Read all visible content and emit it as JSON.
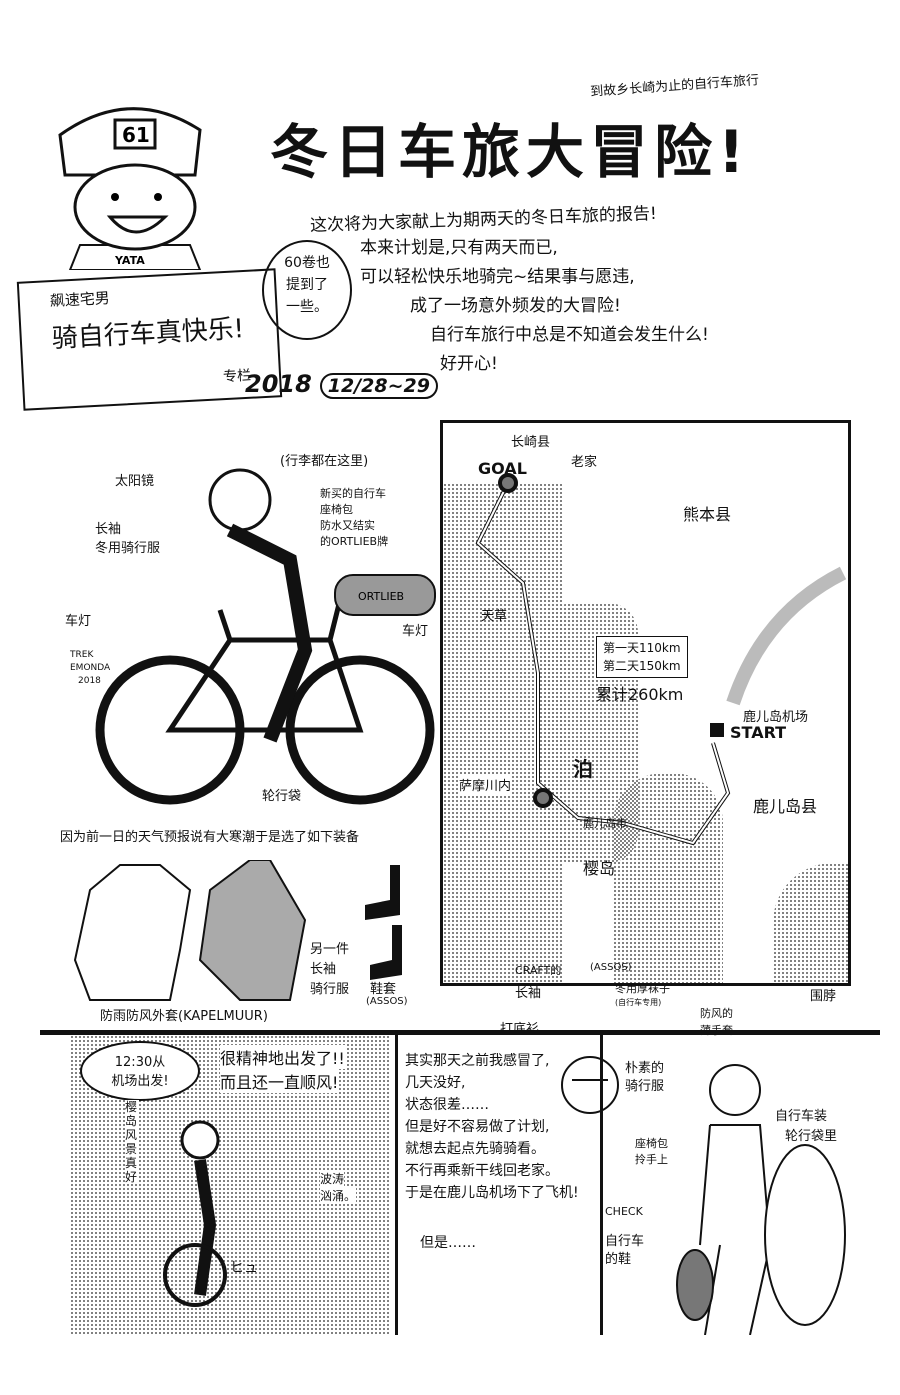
{
  "header": {
    "subtitle": "到故乡长崎为止的自行车旅行",
    "title": "冬日车旅大冒险!",
    "intro_lines": [
      "这次将为大家献上为期两天的冬日车旅的报告!",
      "本来计划是,只有两天而已,",
      "可以轻松快乐地骑完~结果事与愿违,",
      "成了一场意外频发的大冒险!",
      "自行车旅行中总是不知道会发生什么!",
      "好开心!"
    ],
    "bubble": [
      "60卷也",
      "提到了",
      "一些。"
    ],
    "year": "2018",
    "dates": "12/28~29",
    "character_cap": "61",
    "character_shirt": "YATA"
  },
  "sign": {
    "author": "飙速宅男",
    "column_title": "骑自行车真快乐!",
    "column_label": "专栏"
  },
  "bike": {
    "luggage_note": "(行李都在这里)",
    "labels": {
      "sunglasses": "太阳镜",
      "jersey": [
        "长袖",
        "冬用骑行服"
      ],
      "front_light": "车灯",
      "bike_model": [
        "TREK",
        "EMONDA",
        "2018"
      ],
      "saddle_bag": [
        "新买的自行车",
        "座椅包",
        "防水又结实",
        "的ORTLIEB牌"
      ],
      "rear_light": "车灯",
      "wheel_bag": "轮行袋",
      "bag_brand": "ORTLIEB"
    }
  },
  "map": {
    "nagasaki": "长崎县",
    "goal": "GOAL",
    "home": "老家",
    "kumamoto": "熊本县",
    "amakusa": "天草",
    "distance": [
      "第一天110km",
      "第二天150km"
    ],
    "total": "累计260km",
    "airport": "鹿儿岛机场",
    "start": "START",
    "stay": "泊",
    "satsumasendai": "萨摩川内",
    "kagoshima_pref": "鹿儿岛县",
    "kagoshima_city": "鹿儿岛市",
    "sakurajima": "樱岛"
  },
  "gear": {
    "heading": "因为前一日的天气预报说有大寒潮于是选了如下装备",
    "jacket": "防雨防风外套(KAPELMUUR)",
    "jersey2": [
      "另一件",
      "长袖",
      "骑行服"
    ],
    "shoe_covers": [
      "鞋套",
      "(ASSOS)"
    ],
    "base_layer": [
      "CRAFT的",
      "长袖",
      "打底衫"
    ],
    "socks": [
      "(ASSOS)",
      "冬用厚袜子",
      "(自行车专用)"
    ],
    "gloves": [
      "防风的",
      "薄手套"
    ],
    "scarf": "围脖"
  },
  "comic": {
    "p1_bubble": [
      "12:30从",
      "机场出发!"
    ],
    "p1_text": [
      "很精神地出发了!!",
      "而且还一直顺风!"
    ],
    "p1_scenery": "樱岛风景真好",
    "p1_waves": [
      "波涛",
      "汹涌。"
    ],
    "p1_sfx": "ヒュ",
    "p2_lines": [
      "其实那天之前我感冒了,",
      "几天没好,",
      "状态很差……",
      "但是好不容易做了计划,",
      "就想去起点先骑骑看。",
      "不行再乘新干线回老家。",
      "于是在鹿儿岛机场下了飞机!"
    ],
    "p2_but": "但是……",
    "p3_labels": {
      "plain_jersey": [
        "朴素的",
        "骑行服"
      ],
      "saddle_bag": [
        "座椅包",
        "拎手上"
      ],
      "check": "CHECK",
      "shoes": [
        "自行车",
        "的鞋"
      ],
      "bike_bag": [
        "自行车装",
        "轮行袋里"
      ]
    }
  },
  "colors": {
    "ink": "#111111",
    "screentone": "#8a8a8a",
    "paper": "#ffffff"
  }
}
